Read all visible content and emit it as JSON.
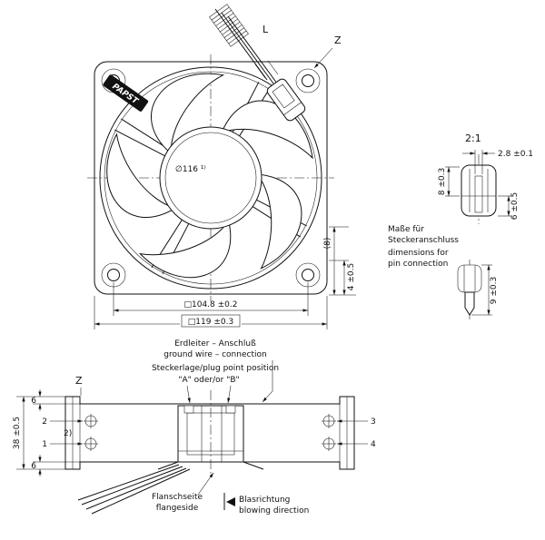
{
  "colors": {
    "line": "#111111",
    "background": "#ffffff",
    "logo_background": "#111111",
    "logo_text": "#ffffff"
  },
  "front_view": {
    "brand_logo": "PAPST",
    "impeller_dia": "∅116 ¹⁾",
    "lead_label": "L",
    "view_z_label": "Z",
    "dim_hole_spacing": "□104.8 ±0.2",
    "dim_outer_square": "□119 ±0.3",
    "dim_right_inner": "(8)",
    "dim_right_outer": "4 ±0.5"
  },
  "detail_view": {
    "scale": "2:1",
    "dim_plug_width": "2.8 ±0.1",
    "dim_body_height": "8 ±0.3",
    "dim_body_depth": "6 ±0.5",
    "dim_pin_length": "9 ±0.3",
    "caption_de_line1": "Maße für",
    "caption_de_line2": "Steckeranschluss",
    "caption_en_line1": "dimensions for",
    "caption_en_line2": "pin connection"
  },
  "side_view": {
    "ground_wire_de": "Erdleiter – Anschluß",
    "ground_wire_en": "ground wire – connection",
    "plug_position": "Steckerlage/plug point position",
    "plug_options": "\"A\"   oder/or   \"B\"",
    "view_z_label": "Z",
    "footnote": "2)",
    "pins": [
      "1",
      "2",
      "3",
      "4"
    ],
    "dim_depth": "38 ±0.5",
    "dim_flange_top": "6",
    "dim_flange_bottom": "6",
    "flange_de": "Flanschseite",
    "flange_en": "flangeside",
    "airflow_de": "Blasrichtung",
    "airflow_en": "blowing direction"
  }
}
